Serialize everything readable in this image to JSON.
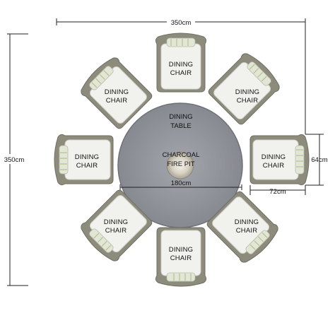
{
  "dimensions": {
    "top_width": "350cm",
    "left_height": "350cm",
    "right_depth": "64cm",
    "chair_width": "72cm",
    "table_diameter": "180cm"
  },
  "table": {
    "label_line1": "DINING",
    "label_line2": "TABLE",
    "pit_line1": "CHARCOAL",
    "pit_line2": "FIRE PIT"
  },
  "chair": {
    "label_line1": "DINING",
    "label_line2": "CHAIR"
  },
  "colors": {
    "table_fill": "#8f9199",
    "chair_frame": "#8c8b7c",
    "cushion": "#f1f1ee",
    "dimension_line": "#222222"
  }
}
